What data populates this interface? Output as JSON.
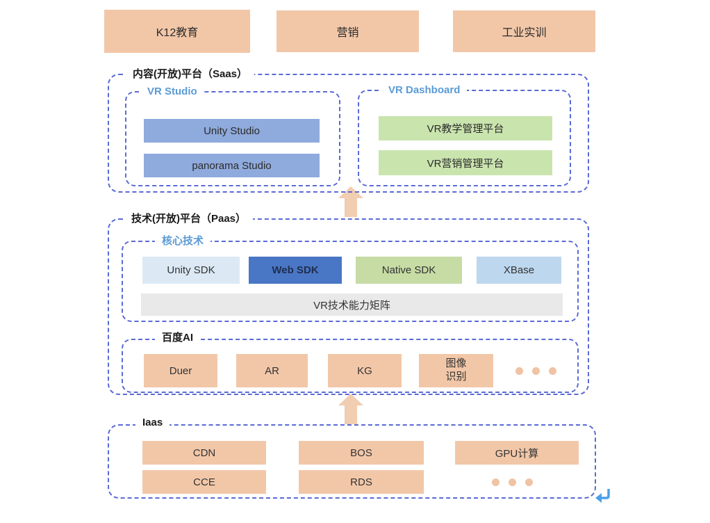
{
  "diagram": {
    "top_apps": [
      "K12教育",
      "营销",
      "工业实训"
    ],
    "saas": {
      "title": "内容(开放)平台（Saas）",
      "vr_studio": {
        "title": "VR Studio",
        "items": [
          "Unity Studio",
          "panorama Studio"
        ]
      },
      "vr_dashboard": {
        "title": "VR Dashboard",
        "items": [
          "VR教学管理平台",
          "VR营销管理平台"
        ]
      }
    },
    "paas": {
      "title": "技术(开放)平台（Paas）",
      "core_tech": {
        "title": "核心技术",
        "sdks": [
          {
            "label": "Unity SDK",
            "color": "#DCE9F5"
          },
          {
            "label": "Web SDK",
            "color": "#4A77C5"
          },
          {
            "label": "Native SDK",
            "color": "#C6DCA4"
          },
          {
            "label": "XBase",
            "color": "#BDD7EE"
          }
        ],
        "matrix": "VR技术能力矩阵"
      },
      "baidu_ai": {
        "title": "百度AI",
        "items": [
          "Duer",
          "AR",
          "KG",
          "图像\n识别"
        ]
      }
    },
    "iaas": {
      "title": "Iaas",
      "row1": [
        "CDN",
        "BOS",
        "GPU计算"
      ],
      "row2": [
        "CCE",
        "RDS"
      ]
    }
  },
  "icons": {
    "up_arrow": "up-arrow",
    "ellipsis": "•••",
    "return_arrow": "↵"
  },
  "colors": {
    "peach_box": "#F2C7A8",
    "arrow_peach": "#F1CDB2",
    "blue_box": "#8FAADC",
    "green_box": "#CAE4AE",
    "gray_bar": "#E9E9E9",
    "dashed_border": "#5A6AD5",
    "section_title_blue": "#5B9BD5",
    "return_icon_blue": "#4AA0E8"
  }
}
